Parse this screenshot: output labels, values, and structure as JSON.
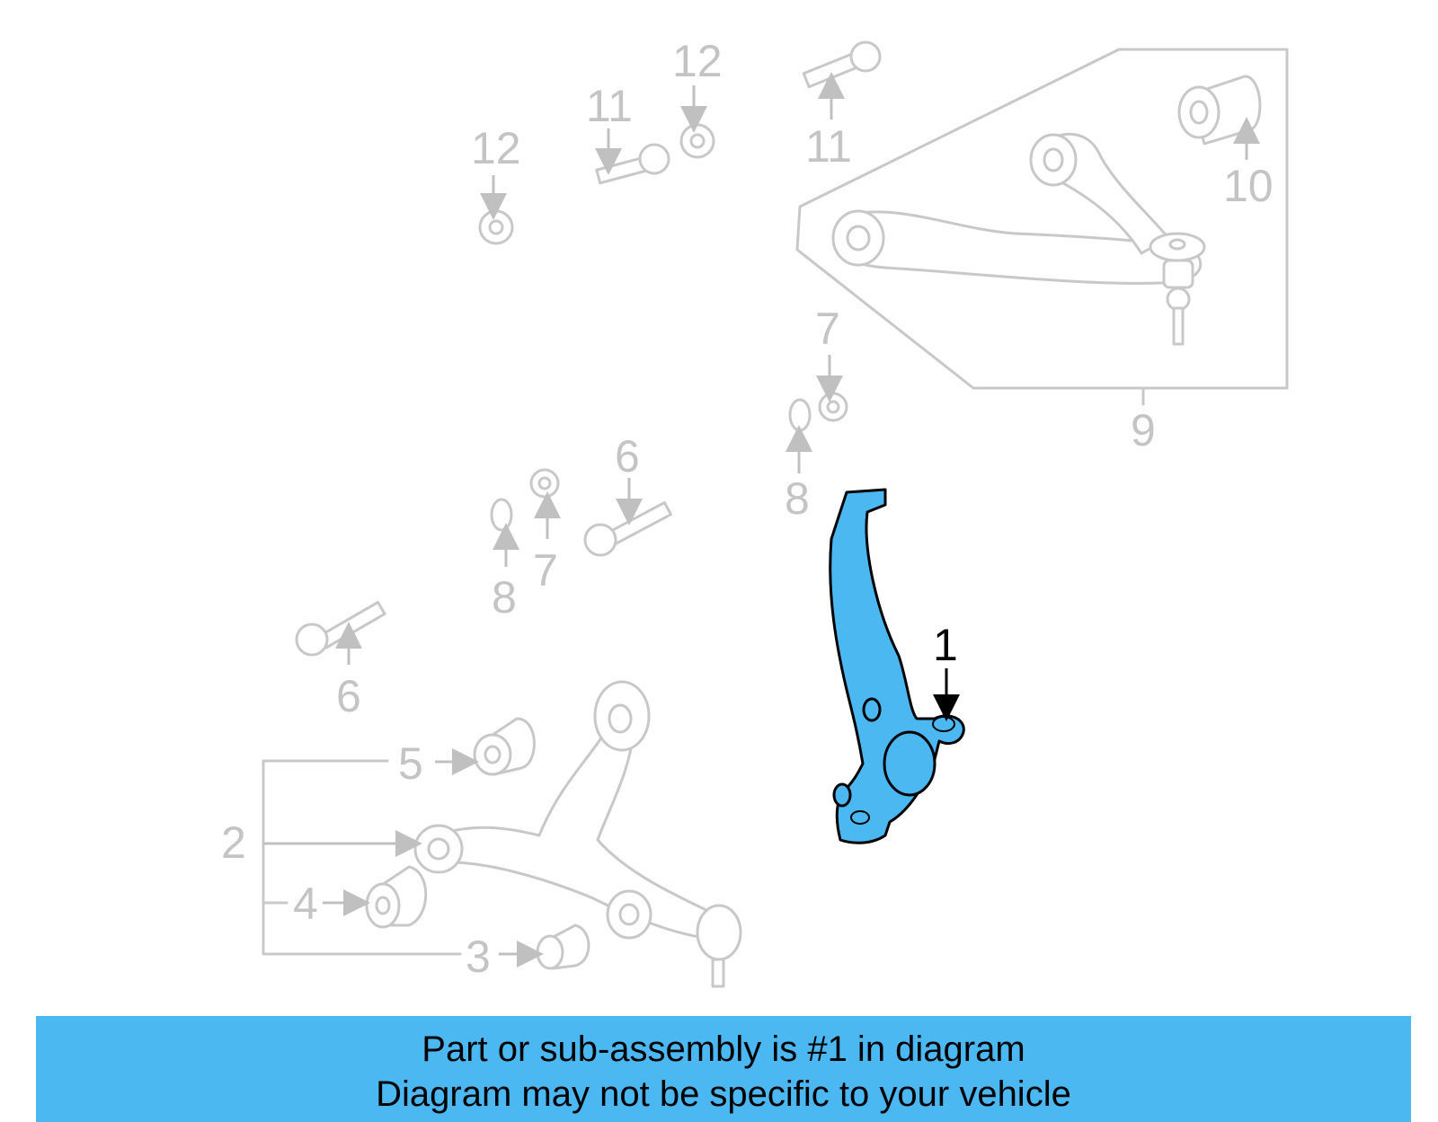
{
  "callouts": {
    "c1": "1",
    "c2": "2",
    "c3": "3",
    "c4": "4",
    "c5": "5",
    "c6a": "6",
    "c6b": "6",
    "c7a": "7",
    "c7b": "7",
    "c8a": "8",
    "c8b": "8",
    "c9": "9",
    "c10": "10",
    "c11a": "11",
    "c11b": "11",
    "c12a": "12",
    "c12b": "12"
  },
  "banner": {
    "line1": "Part or sub-assembly is #1 in diagram",
    "line2": "Diagram may not be specific to your vehicle"
  },
  "colors": {
    "highlight": "#4cb8f2",
    "inactive_parts": "#c8c8c8",
    "banner_background": "#4cb8f2"
  }
}
